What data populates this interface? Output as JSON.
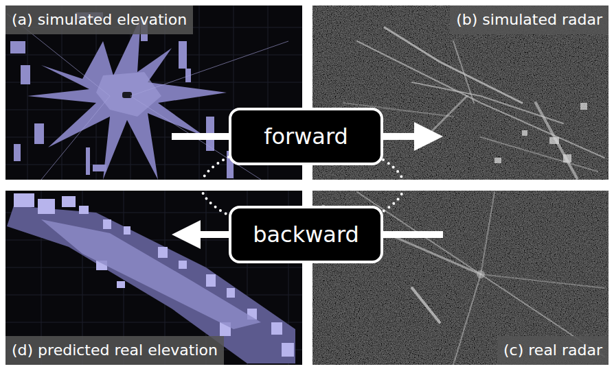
{
  "diagram": {
    "nodes": [
      {
        "text": [
          "(a) simulated elevation"
        ]
      },
      {
        "text": [
          "(b) simulated radar"
        ]
      },
      {
        "text": [
          "forward"
        ]
      },
      {
        "text": [
          "backward"
        ]
      },
      {
        "text": [
          "(d) predicted real elevation"
        ]
      },
      {
        "text": [
          "(c) real radar"
        ]
      }
    ],
    "edges": [
      {
        "from": 0,
        "to": 2,
        "arrow": "none"
      },
      {
        "from": 2,
        "to": 1,
        "arrow": "to"
      },
      {
        "from": 5,
        "to": 3,
        "arrow": "none"
      },
      {
        "from": 3,
        "to": 4,
        "arrow": "to"
      },
      {
        "from": 2,
        "to": 3,
        "arrow": "none"
      },
      {
        "from": 2,
        "to": 3,
        "arrow": "none"
      }
    ]
  }
}
